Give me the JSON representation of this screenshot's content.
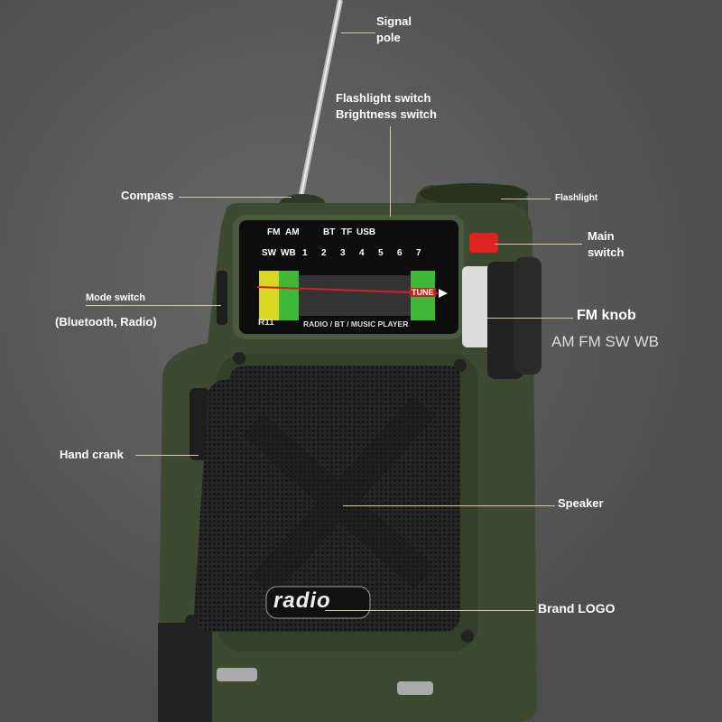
{
  "labels": {
    "signal_pole": [
      "Signal",
      "pole"
    ],
    "flashlight_switch": "Flashlight switch",
    "brightness_switch": "Brightness switch",
    "compass": "Compass",
    "flashlight": "Flashlight",
    "main_switch": [
      "Main",
      "switch"
    ],
    "mode_switch": "Mode switch",
    "mode_switch_detail": "(Bluetooth, Radio)",
    "fm_knob": "FM knob",
    "bands": "AM FM SW WB",
    "hand_crank": "Hand crank",
    "speaker": "Speaker",
    "brand_logo": "Brand LOGO"
  },
  "display": {
    "top_row": [
      "FM",
      "AM",
      "BT",
      "TF",
      "USB"
    ],
    "second_row": [
      "SW",
      "WB",
      "1",
      "2",
      "3",
      "4",
      "5",
      "6",
      "7"
    ],
    "tune": "TUNE",
    "model": "R11",
    "footer": "RADIO / BT / MUSIC  PLAYER"
  },
  "logo_text": "radio",
  "colors": {
    "body": "#3b4a31",
    "background": "#5a5a5a",
    "tune_line": "#d42020"
  }
}
